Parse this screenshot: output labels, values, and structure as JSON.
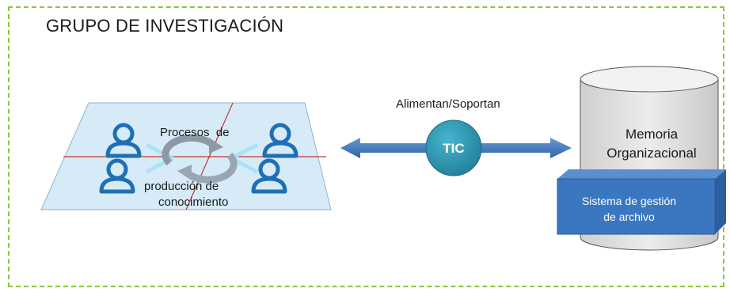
{
  "title": "GRUPO DE INVESTIGACIÓN",
  "process": {
    "line1": "Procesos  de",
    "line2": "producción de",
    "line3": "conocimiento"
  },
  "connector": {
    "label": "Alimentan/Soportan",
    "circle_text": "TIC"
  },
  "memory": {
    "line1": "Memoria",
    "line2": "Organizacional"
  },
  "file_system": {
    "line1": "Sistema de gestión",
    "line2": "de archivo"
  },
  "colors": {
    "frame_border": "#8cc63f",
    "plane_fill": "#cfe7f5",
    "person_icon": "#1f6fb5",
    "arrow": "#3f78bf",
    "tic_circle": "#2c9cb6",
    "cylinder_fill": "#e2e2e2",
    "file_box": "#3a77c0"
  },
  "icons": [
    "person-icon",
    "cycle-arrows-icon",
    "database-cylinder-icon"
  ]
}
